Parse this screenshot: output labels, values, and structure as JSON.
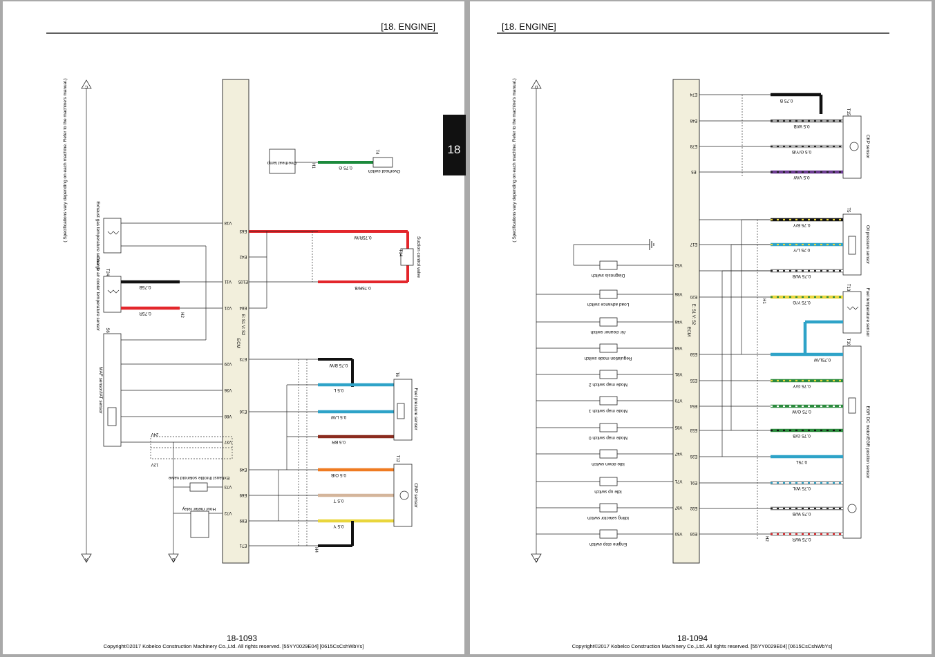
{
  "section_tab": "18",
  "pages": [
    {
      "header": "[18.   ENGINE]",
      "page_number": "18-1093",
      "copyright": "Copyright©2017 Kobelco Construction Machinery Co.,Ltd. All rights reserved. [55YY0029E04] [0615CsCshWbYs]",
      "side_note": "( Specifications vary depending on each machine. Refer to the machine’s manual.)",
      "ecm_label": "ECM",
      "ecm_sub": "E: S1   V: S2",
      "terminals": [
        "A",
        "B",
        "C"
      ],
      "voltage_labels": [
        "24V",
        "12V"
      ],
      "ecm_pins": [
        "V18",
        "E63",
        "E42",
        "V11",
        "E105",
        "V21",
        "E84",
        "E73",
        "V29",
        "V36",
        "E16",
        "V88",
        "V37",
        "E49",
        "E69",
        "E89",
        "V73",
        "V72",
        "E71"
      ],
      "components": [
        "Exhaust gas temperature sensor 1",
        "Charge air cooler temperature sensor",
        "MAF sensor/IAT sensor",
        "Overheat lamp",
        "Overheat switch",
        "Suction control valve",
        "Fuel pressure sensor",
        "CMP sensor",
        "Exhaust throttle solenoid valve",
        "Hour meter relay"
      ],
      "connectors": [
        "T4",
        "T14",
        "T24",
        "T6",
        "S6",
        "T12",
        "H1",
        "H2",
        "H4"
      ],
      "wires": [
        "0.75 G",
        "0.75R/W",
        "0.75R/B",
        "0.75B",
        "0.75R",
        "0.75 B/W",
        "0.5 L",
        "0.5 L/W",
        "0.5 BR",
        "0.5 O/B",
        "0.5 T",
        "0.5 Y"
      ]
    },
    {
      "header": "[18.   ENGINE]",
      "page_number": "18-1094",
      "copyright": "Copyright©2017 Kobelco Construction Machinery Co.,Ltd. All rights reserved. [55YY0029E04] [0615CsCshWbYs]",
      "side_note": "( Specifications vary depending on each machine. Refer to the machine’s manual.)",
      "ecm_label": "ECM",
      "ecm_sub": "E: S1   V: S2",
      "terminals": [
        "D",
        "D"
      ],
      "ecm_pins": [
        "E74",
        "E48",
        "E78",
        "E5",
        "E17",
        "V52",
        "V86",
        "E20",
        "V46",
        "V68",
        "E59",
        "V81",
        "E55",
        "V70",
        "E54",
        "V85",
        "E53",
        "V47",
        "E26",
        "V71",
        "E91",
        "V87",
        "E92",
        "V50",
        "E93"
      ],
      "components": [
        "CKP sensor",
        "Oil pressure sensor",
        "Fuel temperature sensor",
        "EGR DC motor/EGR position sensor",
        "Diagnosis switch",
        "Load advance switch",
        "Air cleaner switch",
        "Regulation mode switch",
        "Mode map switch 2",
        "Mode map switch 1",
        "Mode map switch 0",
        "Idle down switch",
        "Idle up switch",
        "Idling selector switch",
        "Engine stop switch"
      ],
      "connectors": [
        "T15",
        "T5",
        "T13",
        "T10",
        "H1",
        "H2"
      ],
      "wires": [
        "0.75 B",
        "0.5 W/B",
        "0.5 G/Y/B",
        "0.5 V/W",
        "0.75 B/Y",
        "0.75 L/Y",
        "0.75 W/B",
        "0.75 Y/G",
        "0.75L/W",
        "0.75 G/Y",
        "0.75 G/W",
        "0.75 G/B",
        "0.75L",
        "0.75 W/L",
        "0.75 W/B",
        "0.75 W/R"
      ]
    }
  ]
}
